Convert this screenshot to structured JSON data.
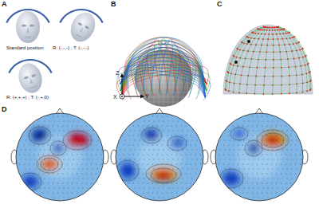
{
  "diagram": {
    "labels": [
      "A",
      "Standard position",
      "R: (-,-,-) ; T: (-,-,-)",
      "R: (+,+,+) ; T: (-,+,0)",
      "B",
      "Z",
      "Y",
      "X",
      "C",
      "D"
    ]
  }
}
